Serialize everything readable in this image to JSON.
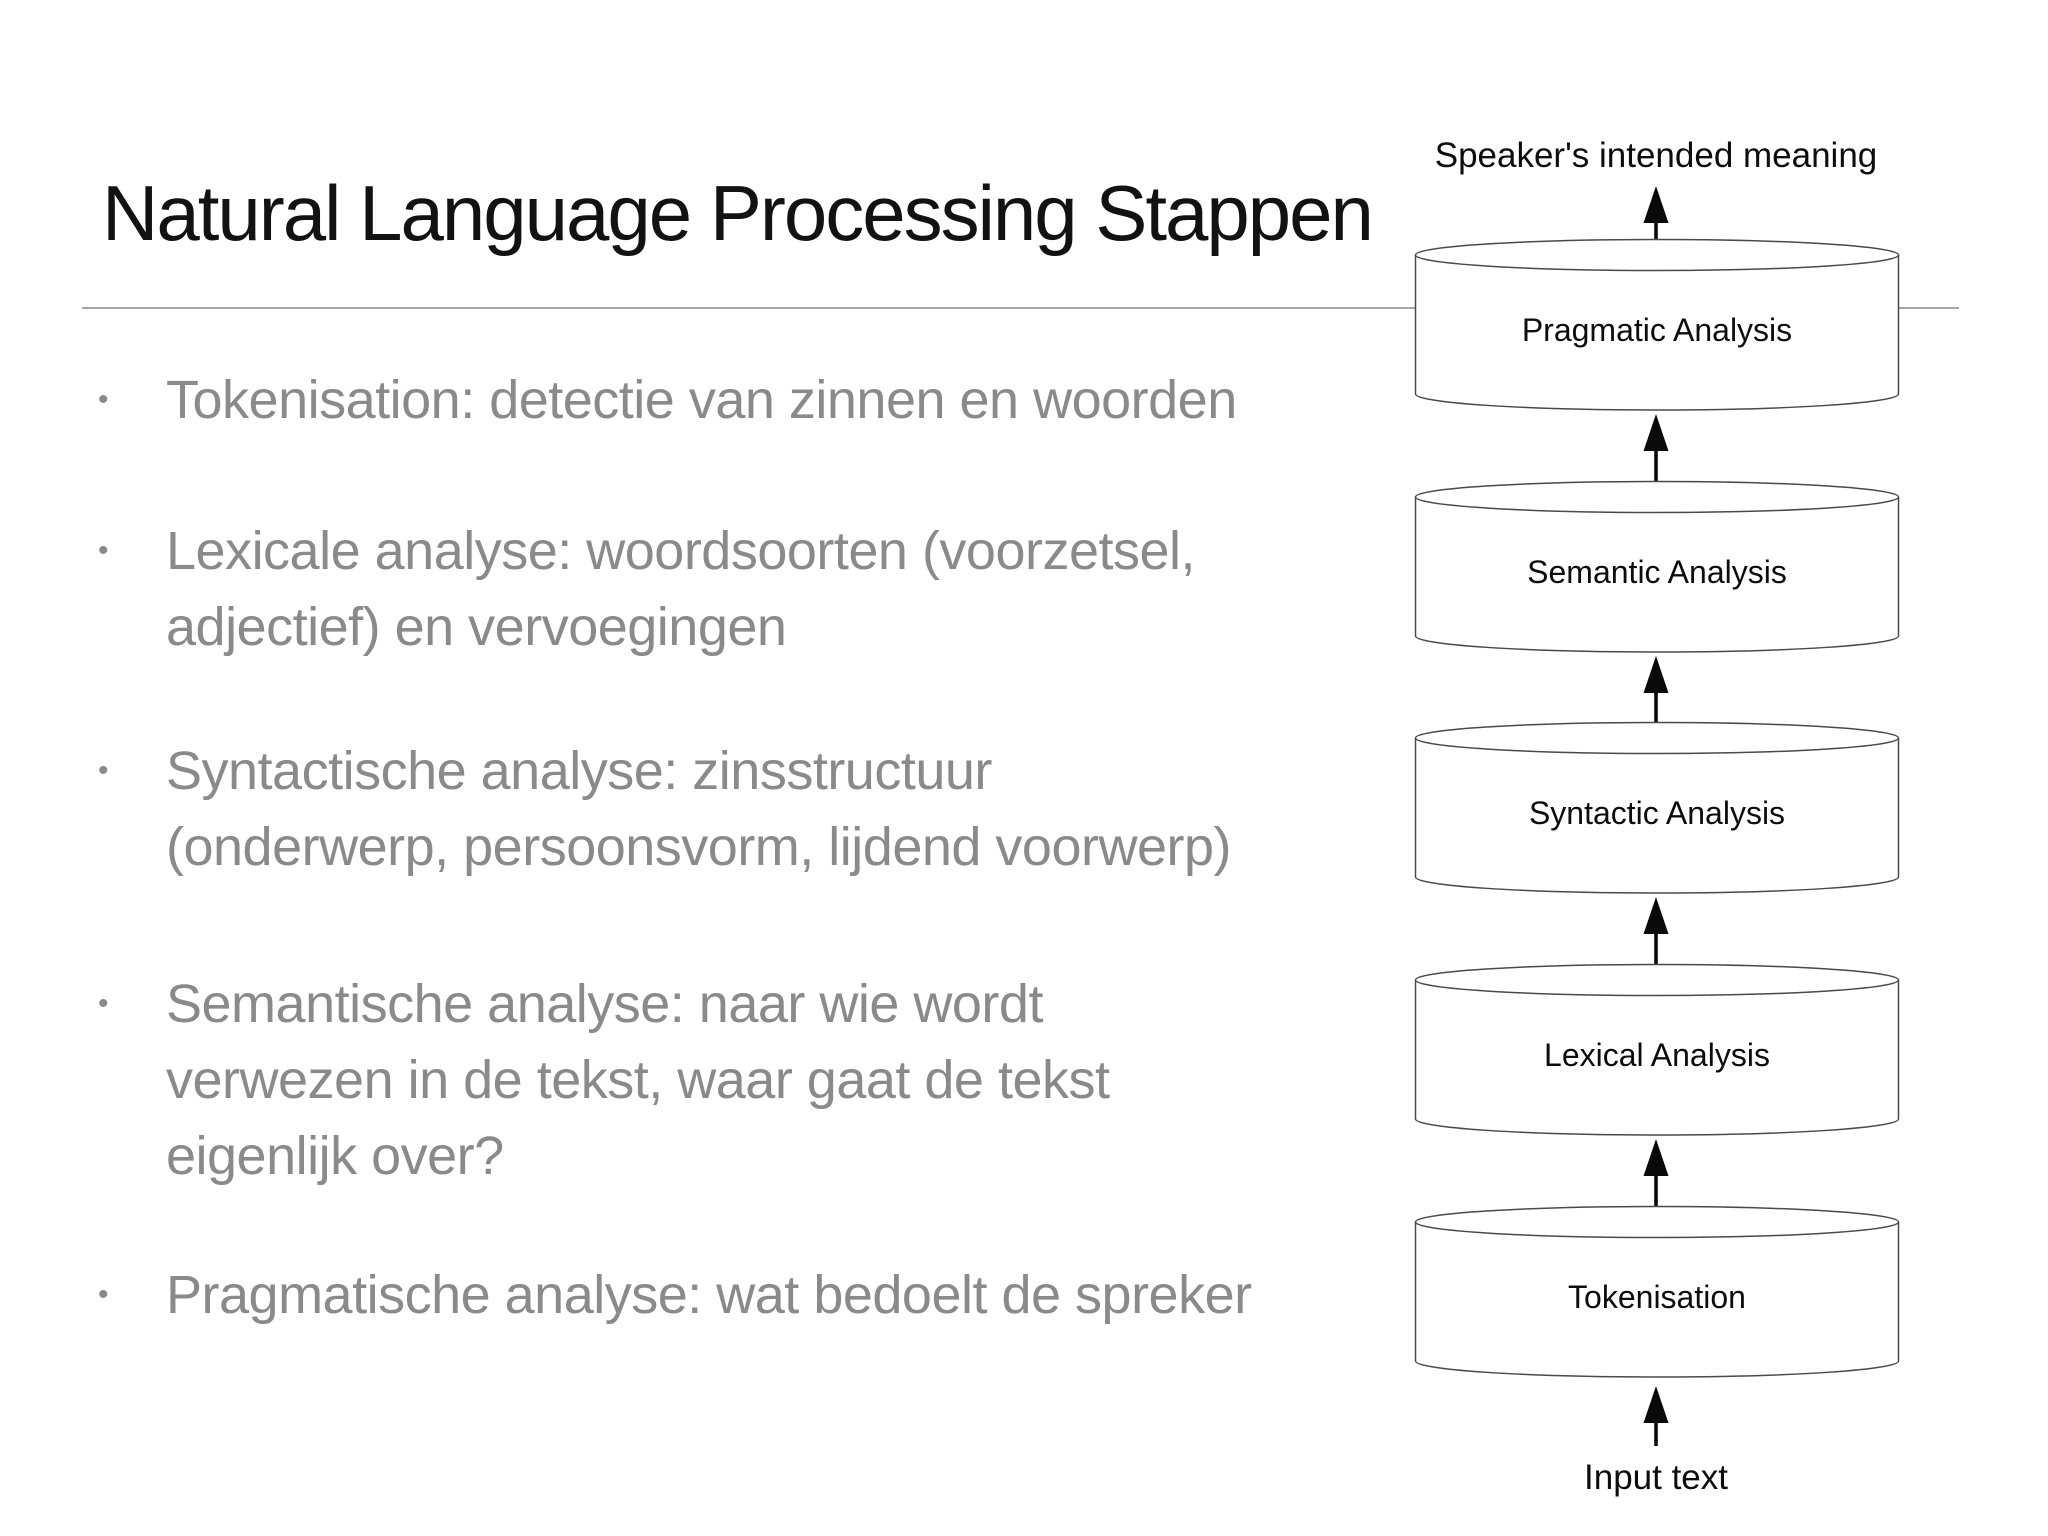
{
  "slide": {
    "title": "Natural Language Processing Stappen",
    "bullet_glyph": "•",
    "bullets": [
      {
        "text": "Tokenisation: detectie van zinnen en woorden"
      },
      {
        "text": "Lexicale analyse: woordsoorten (voorzetsel,\nadjectief) en vervoegingen"
      },
      {
        "text": "Syntactische analyse: zinsstructuur\n(onderwerp, persoonsvorm, lijdend voorwerp)"
      },
      {
        "text": "Semantische analyse: naar wie wordt\nverwezen in de tekst, waar gaat de tekst\neigenlijk over?"
      },
      {
        "text": "Pragmatische analyse: wat bedoelt de spreker"
      }
    ],
    "colors": {
      "background": "#ffffff",
      "title_ink": "#121212",
      "bullet_gray": "#8a8a8a",
      "divider_gray": "#a6a6a6",
      "cylinder_stroke": "#4a4a4a",
      "arrow_black": "#0a0a0a"
    }
  },
  "diagram": {
    "top_label": "Speaker's intended meaning",
    "bottom_label": "Input text",
    "flow_direction": "bottom-to-top",
    "stages": [
      {
        "label": "Pragmatic Analysis"
      },
      {
        "label": "Semantic Analysis"
      },
      {
        "label": "Syntactic Analysis"
      },
      {
        "label": "Lexical Analysis"
      },
      {
        "label": "Tokenisation"
      }
    ]
  }
}
